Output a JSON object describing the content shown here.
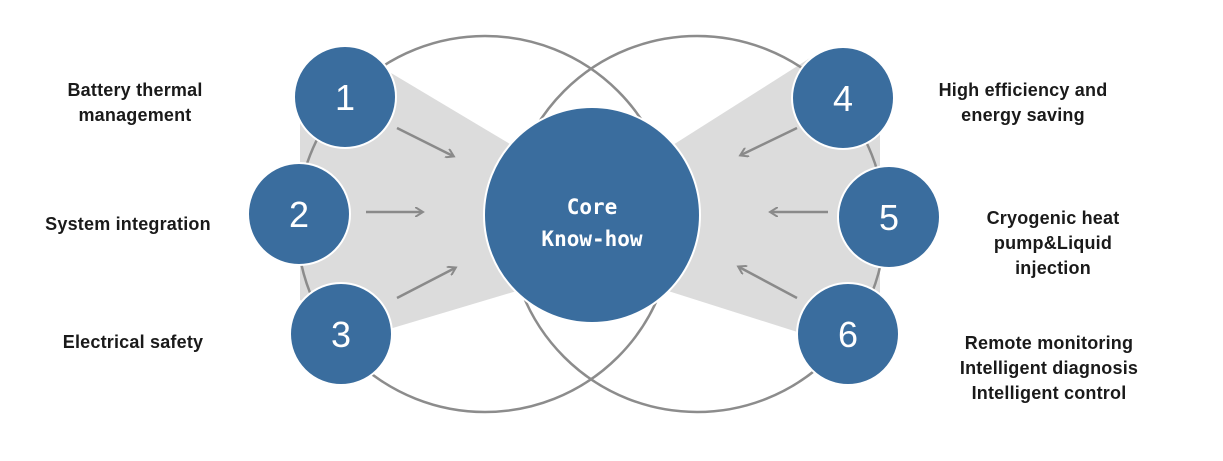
{
  "colors": {
    "node_fill": "#3a6d9e",
    "ring_stroke": "#8c8c8c",
    "shade": "#dcdcdc",
    "arrow": "#8a8a8a",
    "text": "#1a1a1a"
  },
  "core": {
    "line1": "Core",
    "line2": "Know-how"
  },
  "nodes": [
    {
      "number": "1",
      "label_lines": [
        "Battery thermal",
        "management"
      ]
    },
    {
      "number": "2",
      "label_lines": [
        "System integration"
      ]
    },
    {
      "number": "3",
      "label_lines": [
        "Electrical safety"
      ]
    },
    {
      "number": "4",
      "label_lines": [
        "High efficiency and",
        "energy saving"
      ]
    },
    {
      "number": "5",
      "label_lines": [
        "Cryogenic heat",
        "pump&Liquid",
        "injection"
      ]
    },
    {
      "number": "6",
      "label_lines": [
        "Remote monitoring",
        "Intelligent diagnosis",
        "Intelligent control"
      ]
    }
  ]
}
